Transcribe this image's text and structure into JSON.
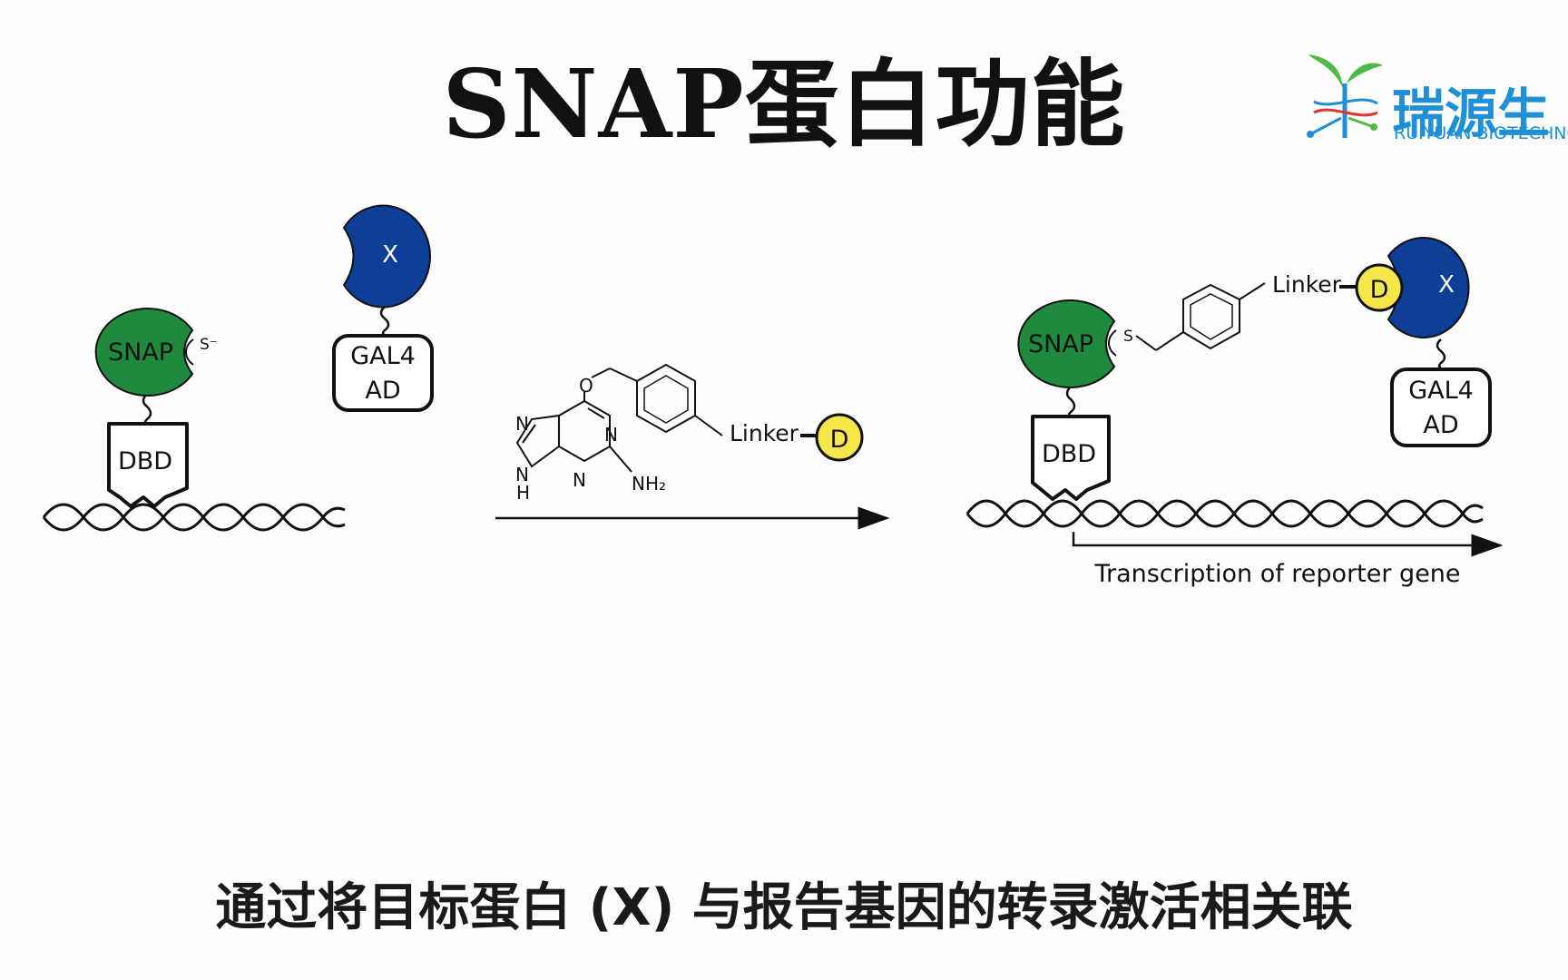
{
  "title": "SNAP蛋白功能",
  "caption": "通过将目标蛋白 (X) 与报告基因的转录激活相关联",
  "logo": {
    "name_zh": "瑞源生",
    "name_en": "RUIYUAN BIOTECHNO",
    "icon": "sprout-dna-logo-icon"
  },
  "labels": {
    "snap": "SNAP",
    "thiolate": "S⁻",
    "dbd": "DBD",
    "x": "X",
    "gal4": "GAL4",
    "ad": "AD",
    "linker": "Linker",
    "d": "D",
    "o": "O",
    "n": "N",
    "h": "H",
    "nh2": "NH₂",
    "s": "S",
    "transcription": "Transcription of reporter gene"
  },
  "colors": {
    "snap_green": "#1f8a3d",
    "x_blue": "#0d3f96",
    "d_yellow": "#f5e64a",
    "logo_blue": "#1f8fd6",
    "logo_green": "#4fb848"
  }
}
